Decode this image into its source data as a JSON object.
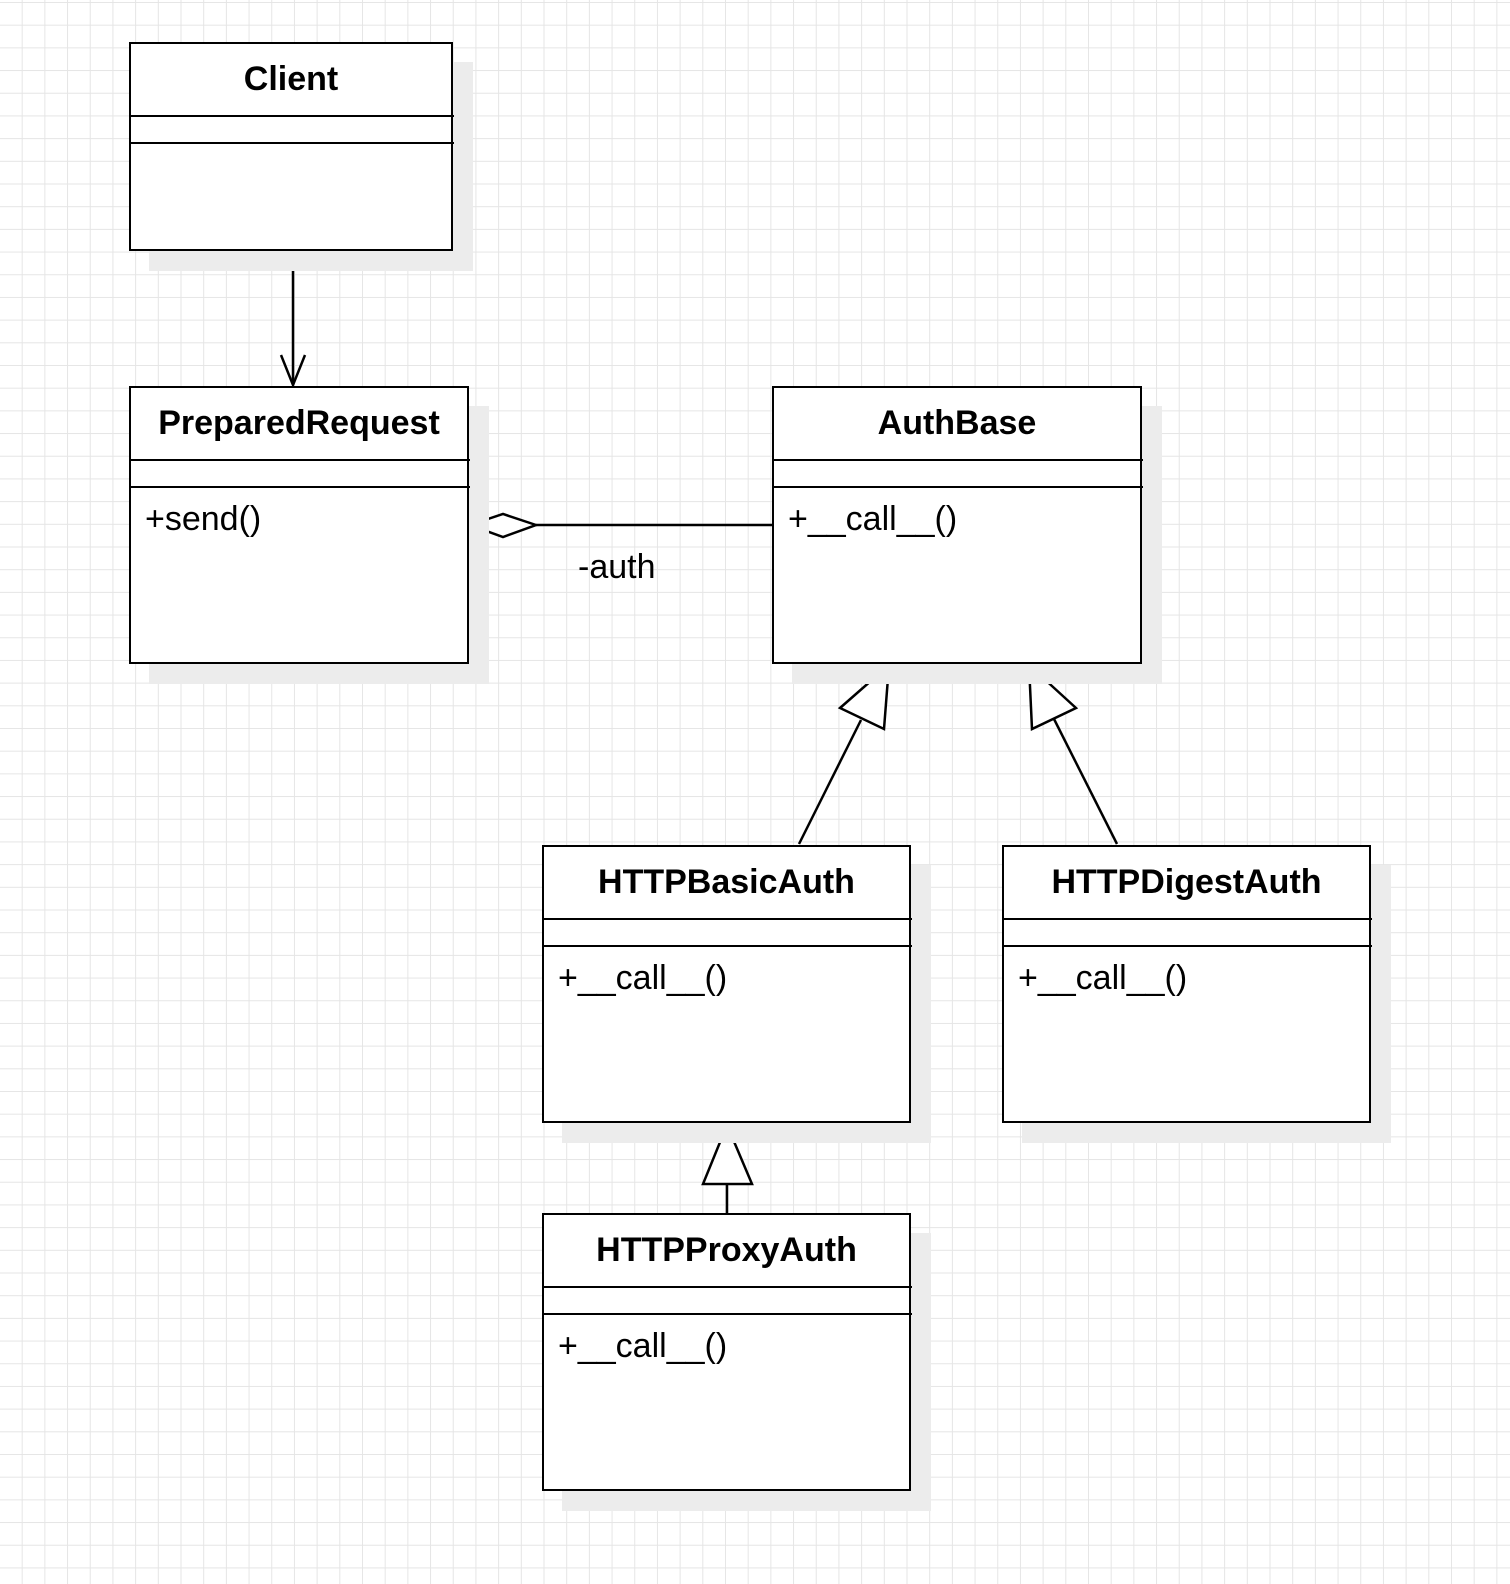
{
  "classes": {
    "client": {
      "name": "Client",
      "operations": []
    },
    "prepared_request": {
      "name": "PreparedRequest",
      "operations": [
        "+send()"
      ]
    },
    "auth_base": {
      "name": "AuthBase",
      "operations": [
        "+__call__()"
      ]
    },
    "http_basic_auth": {
      "name": "HTTPBasicAuth",
      "operations": [
        "+__call__()"
      ]
    },
    "http_digest_auth": {
      "name": "HTTPDigestAuth",
      "operations": [
        "+__call__()"
      ]
    },
    "http_proxy_auth": {
      "name": "HTTPProxyAuth",
      "operations": [
        "+__call__()"
      ]
    }
  },
  "relationships": {
    "client_to_prepared_request": {
      "type": "association"
    },
    "prepared_request_auth": {
      "type": "aggregation",
      "label": "-auth"
    },
    "basic_extends_base": {
      "type": "generalization"
    },
    "digest_extends_base": {
      "type": "generalization"
    },
    "proxy_extends_basic": {
      "type": "generalization"
    }
  }
}
